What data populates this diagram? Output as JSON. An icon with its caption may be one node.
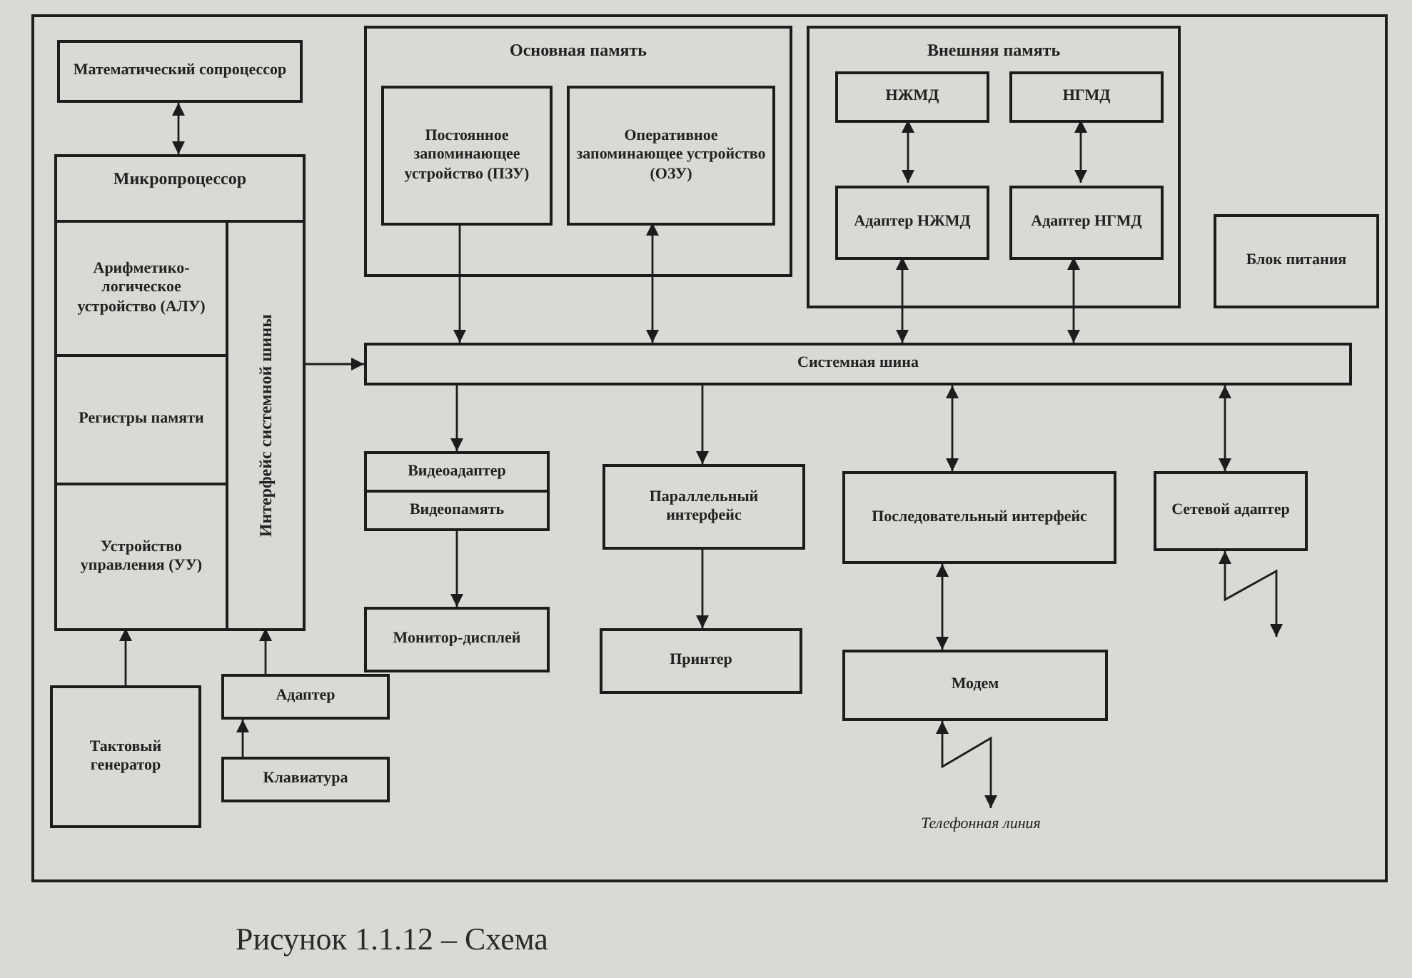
{
  "diagram": {
    "caption": "Рисунок 1.1.12 – Схема",
    "nodes": [
      {
        "text": [
          "Математический сопроцессор"
        ]
      },
      {
        "text": [
          "Микропроцессор"
        ]
      },
      {
        "text": [
          "Арифметико-логическое устройство (АЛУ)"
        ],
        "in": 1
      },
      {
        "text": [
          "Регистры памяти"
        ],
        "in": 1
      },
      {
        "text": [
          "Устройство управления (УУ)"
        ],
        "in": 1
      },
      {
        "text": [
          "Интерфейс системной шины"
        ],
        "in": 1
      },
      {
        "text": [
          "Тактовый генератор"
        ]
      },
      {
        "text": [
          "Адаптер"
        ]
      },
      {
        "text": [
          "Клавиатура"
        ]
      },
      {
        "text": [
          "Основная память"
        ]
      },
      {
        "text": [
          "Постоянное запоминающее устройство (ПЗУ)"
        ],
        "in": 9
      },
      {
        "text": [
          "Оперативное запоминающее устройство (ОЗУ)"
        ],
        "in": 9
      },
      {
        "text": [
          "Внешняя память"
        ]
      },
      {
        "text": [
          "НЖМД"
        ],
        "in": 12
      },
      {
        "text": [
          "НГМД"
        ],
        "in": 12
      },
      {
        "text": [
          "Адаптер НЖМД"
        ],
        "in": 12
      },
      {
        "text": [
          "Адаптер НГМД"
        ],
        "in": 12
      },
      {
        "text": [
          "Блок питания"
        ]
      },
      {
        "text": [
          "Системная шина"
        ]
      },
      {
        "text": [
          "Видеоадаптер"
        ]
      },
      {
        "text": [
          "Видеопамять"
        ]
      },
      {
        "text": [
          "Параллельный интерфейс"
        ]
      },
      {
        "text": [
          "Последовательный интерфейс"
        ]
      },
      {
        "text": [
          "Сетевой адаптер"
        ]
      },
      {
        "text": [
          "Монитор-дисплей"
        ]
      },
      {
        "text": [
          "Принтер"
        ]
      },
      {
        "text": [
          "Модем"
        ]
      },
      {
        "text": [
          "Телефонная линия"
        ]
      }
    ],
    "edges": [
      {
        "from": 0,
        "to": 1,
        "arrow": "both"
      },
      {
        "from": 5,
        "to": 18,
        "arrow": "to"
      },
      {
        "from": 6,
        "to": 4,
        "arrow": "to"
      },
      {
        "from": 7,
        "to": 5,
        "arrow": "to"
      },
      {
        "from": 8,
        "to": 7,
        "arrow": "to"
      },
      {
        "from": 10,
        "to": 18,
        "arrow": "to"
      },
      {
        "from": 11,
        "to": 18,
        "arrow": "both"
      },
      {
        "from": 13,
        "to": 15,
        "arrow": "both"
      },
      {
        "from": 14,
        "to": 16,
        "arrow": "both"
      },
      {
        "from": 15,
        "to": 18,
        "arrow": "both"
      },
      {
        "from": 16,
        "to": 18,
        "arrow": "both"
      },
      {
        "from": 18,
        "to": 19,
        "arrow": "to"
      },
      {
        "from": 18,
        "to": 21,
        "arrow": "to"
      },
      {
        "from": 18,
        "to": 22,
        "arrow": "both"
      },
      {
        "from": 18,
        "to": 23,
        "arrow": "both"
      },
      {
        "from": 20,
        "to": 24,
        "arrow": "to"
      },
      {
        "from": 21,
        "to": 25,
        "arrow": "to"
      },
      {
        "from": 22,
        "to": 26,
        "arrow": "both"
      },
      {
        "from": 26,
        "to": 27,
        "arrow": "both"
      },
      {
        "from": 23,
        "to": null,
        "arrow": "both"
      }
    ]
  }
}
